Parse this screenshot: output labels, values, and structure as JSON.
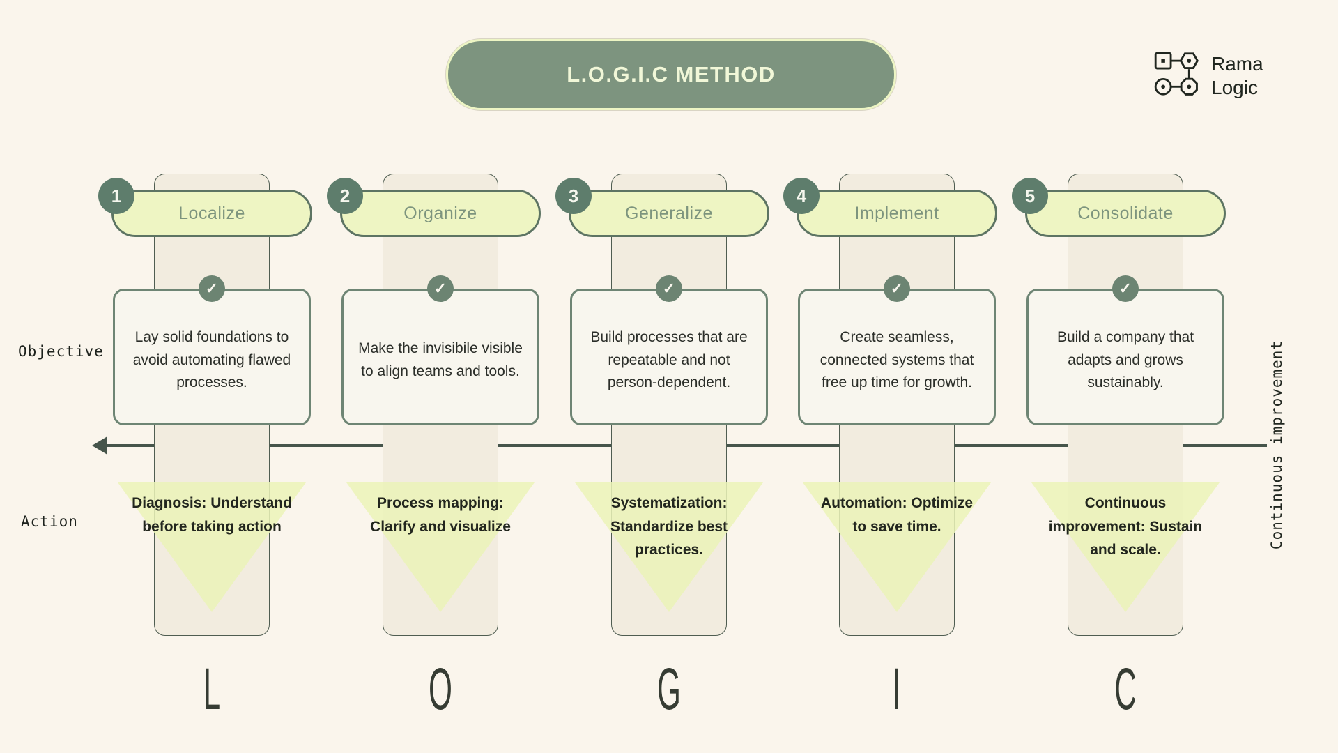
{
  "title": "L.O.G.I.C METHOD",
  "logo": {
    "line1": "Rama",
    "line2": "Logic"
  },
  "row_labels": {
    "objective": "Objective",
    "action": "Action"
  },
  "arrow_label": "Continuous improvement",
  "colors": {
    "background": "#faf5ec",
    "sage_dark": "#5e7d6c",
    "sage_title": "#7d947f",
    "pill_yellow": "#eef5c3",
    "column_beige": "#f2ecdf",
    "card_cream": "#f8f6ee",
    "arrow": "#46554b",
    "text_dark": "#22261e"
  },
  "columns": [
    {
      "number": "1",
      "name": "Localize",
      "objective": "Lay solid foundations to avoid automating flawed processes.",
      "action": "Diagnosis: Understand before taking action",
      "letter": "L"
    },
    {
      "number": "2",
      "name": "Organize",
      "objective": "Make the invisibile visible to align teams and tools.",
      "action": "Process mapping: Clarify and visualize",
      "letter": "O"
    },
    {
      "number": "3",
      "name": "Generalize",
      "objective": "Build processes that are repeatable and not person-dependent.",
      "action": "Systematization: Standardize best practices.",
      "letter": "G"
    },
    {
      "number": "4",
      "name": "Implement",
      "objective": "Create seamless, connected systems that free up time for growth.",
      "action": "Automation: Optimize to save time.",
      "letter": "I"
    },
    {
      "number": "5",
      "name": "Consolidate",
      "objective": "Build a company that adapts and grows sustainably.",
      "action": "Continuous improvement: Sustain and scale.",
      "letter": "C"
    }
  ]
}
